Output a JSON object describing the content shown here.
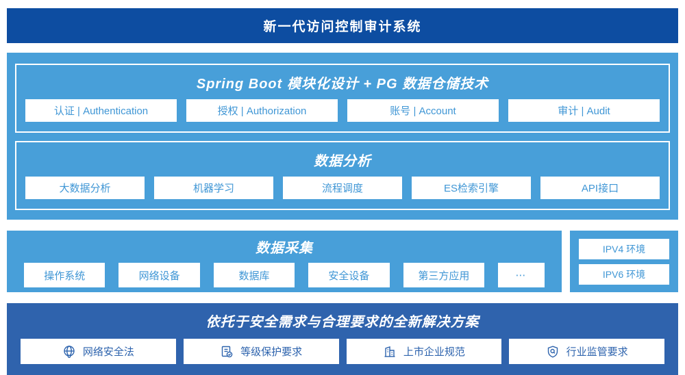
{
  "banner": {
    "title": "新一代访问控制审计系统"
  },
  "platform": {
    "sections": [
      {
        "title": "Spring Boot 模块化设计 + PG 数据仓储技术",
        "items": [
          "认证 | Authentication",
          "授权 | Authorization",
          "账号 | Account",
          "审计 | Audit"
        ]
      },
      {
        "title": "数据分析",
        "items": [
          "大数据分析",
          "机器学习",
          "流程调度",
          "ES检索引擎",
          "API接口"
        ]
      }
    ]
  },
  "collection": {
    "title": "数据采集",
    "items": [
      "操作系统",
      "网络设备",
      "数据库",
      "安全设备",
      "第三方应用",
      "⋯"
    ]
  },
  "environments": {
    "items": [
      "IPV4 环境",
      "IPV6 环境"
    ]
  },
  "solution": {
    "title": "依托于安全需求与合理要求的全新解决方案",
    "items": [
      {
        "icon": "globe-icon",
        "label": "网络安全法"
      },
      {
        "icon": "document-check-icon",
        "label": "等级保护要求"
      },
      {
        "icon": "buildings-icon",
        "label": "上市企业规范"
      },
      {
        "icon": "shield-search-icon",
        "label": "行业监管要求"
      }
    ]
  },
  "colors": {
    "banner_bg": "#0d4da1",
    "light_blue_bg": "#489fd9",
    "solution_bg": "#2f63ad",
    "light_button_text": "#3f96d5",
    "solution_button_text": "#2d63ad",
    "white": "#ffffff"
  }
}
